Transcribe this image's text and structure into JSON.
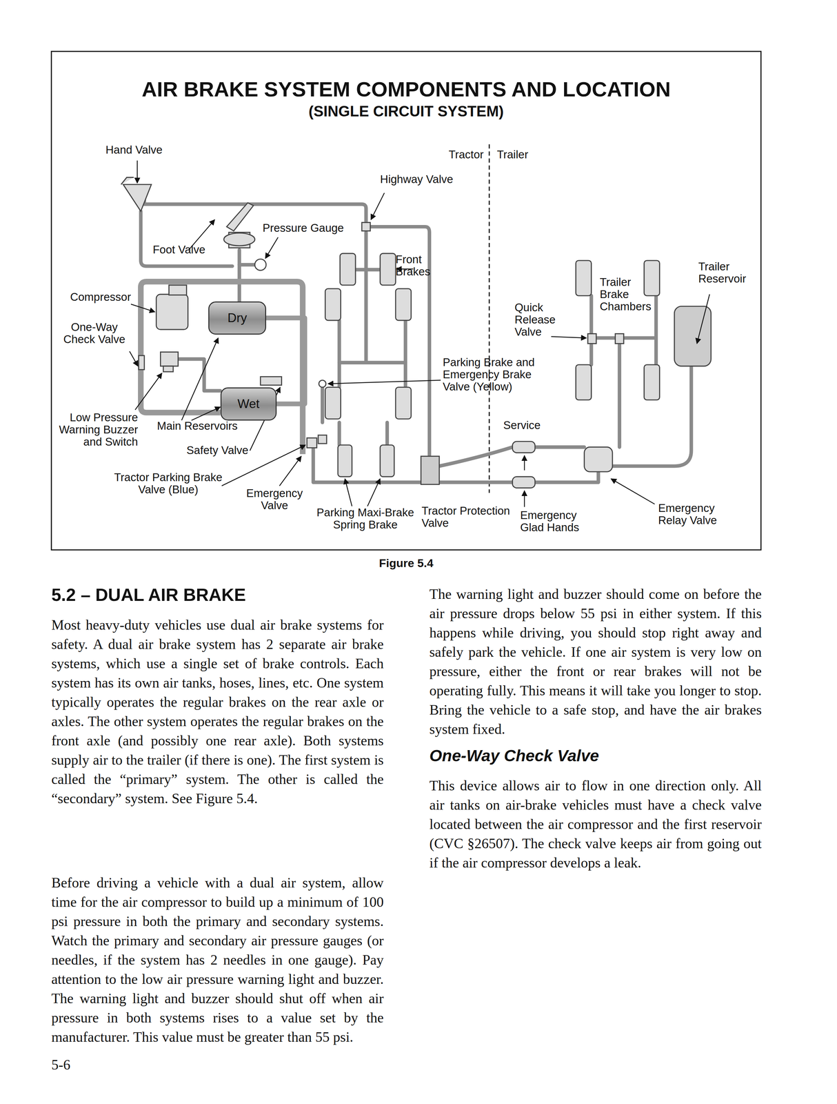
{
  "diagram": {
    "title": "AIR BRAKE SYSTEM COMPONENTS AND LOCATION",
    "caption": "Figure 5.4",
    "nodes": [
      {
        "text": [
          "Dry"
        ]
      },
      {
        "text": [
          "Wet"
        ]
      }
    ],
    "edges": [
      {
        "from": 0,
        "to": 1,
        "arrow": "none"
      }
    ],
    "labels": [
      "(SINGLE CIRCUIT SYSTEM)",
      "Hand Valve",
      "Tractor",
      "Trailer",
      "Highway Valve",
      "Pressure Gauge",
      "Foot Valve",
      "Front Brakes",
      "Compressor",
      "One-Way Check Valve",
      "Quick Release Valve",
      "Trailer Brake Chambers",
      "Trailer Reservoir",
      "Parking Brake and Emergency Brake Valve (Yellow)",
      "Low Pressure Warning Buzzer and Switch",
      "Main Reservoirs",
      "Service",
      "Safety Valve",
      "Tractor Parking Brake Valve (Blue)",
      "Emergency Valve",
      "Parking Maxi-Brake Spring Brake",
      "Tractor Protection Valve",
      "Emergency Glad Hands",
      "Emergency Relay Valve",
      "5.2 – DUAL AIR BRAKE",
      "Most heavy-duty vehicles use dual air brake systems for safety. A dual air brake system has 2 separate air brake systems, which use a single set of brake controls. Each system has its own air tanks, hoses, lines, etc. One system typically operates the regular brakes on the rear axle or axles. The other system operates the regular brakes on the front axle (and possibly one rear axle). Both systems supply air to the trailer (if there is one). The first system is called the “primary” system. The other is called the “secondary” system. See Figure 5.4.",
      "Before driving a vehicle with a dual air system, allow time for the air compressor to build up a minimum of 100 psi pressure in both the primary and secondary systems. Watch the primary and secondary air pressure gauges (or needles, if the system has 2 needles in one gauge). Pay attention to the low air pressure warning light and buzzer. The warning light and buzzer should shut off when air pressure in both systems rises to a value set by the manufacturer. This value must be greater than 55 psi.",
      "The warning light and buzzer should come on before the air pressure drops below 55 psi in either system. If this happens while driving, you should stop right away and safely park the vehicle. If one air system is very low on pressure, either the front or rear brakes will not be operating fully. This means it will take you longer to stop. Bring the vehicle to a safe stop, and have the air brakes system fixed.",
      "One-Way Check Valve",
      "This device allows air to flow in one direction only. All air tanks on air-brake vehicles must have a check valve located between the air compressor and the first reservoir (CVC §26507). The check valve keeps air from going out if the air compressor develops a leak.",
      "5-6"
    ]
  }
}
